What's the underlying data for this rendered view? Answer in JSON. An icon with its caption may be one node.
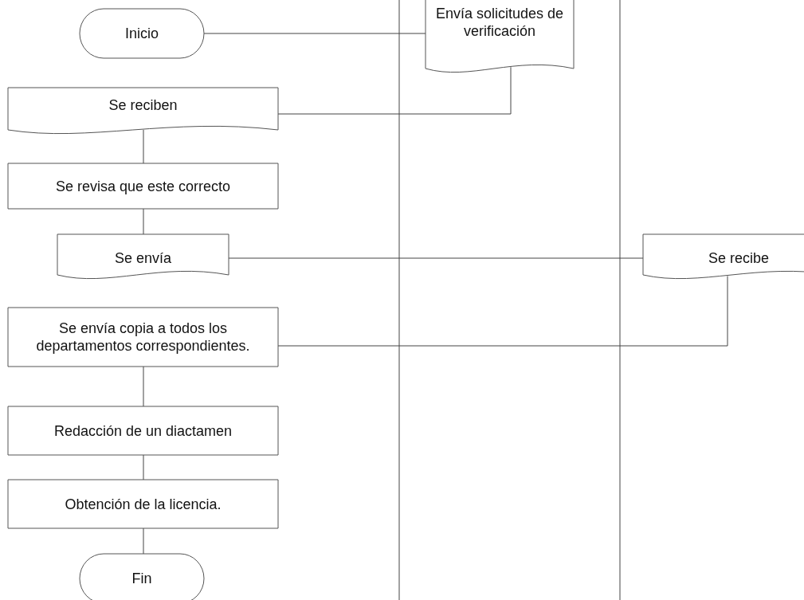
{
  "diagram": {
    "nodes": [
      {
        "text": [
          "Inicio"
        ]
      },
      {
        "text": [
          "Envía solicitudes de verificación"
        ]
      },
      {
        "text": [
          "Se reciben"
        ]
      },
      {
        "text": [
          "Se revisa que este correcto"
        ]
      },
      {
        "text": [
          "Se envía"
        ]
      },
      {
        "text": [
          "Se recibe"
        ]
      },
      {
        "text": [
          "Se envía copia a todos los departamentos correspondientes."
        ]
      },
      {
        "text": [
          "Redacción de un diactamen"
        ]
      },
      {
        "text": [
          "Obtención de la licencia."
        ]
      },
      {
        "text": [
          "Fin"
        ]
      }
    ],
    "edges": [
      {
        "from": 0,
        "to": 1,
        "arrow": "none"
      },
      {
        "from": 1,
        "to": 2,
        "arrow": "none"
      },
      {
        "from": 2,
        "to": 3,
        "arrow": "none"
      },
      {
        "from": 3,
        "to": 4,
        "arrow": "none"
      },
      {
        "from": 4,
        "to": 5,
        "arrow": "none"
      },
      {
        "from": 5,
        "to": 6,
        "arrow": "none"
      },
      {
        "from": 6,
        "to": 7,
        "arrow": "none"
      },
      {
        "from": 7,
        "to": 8,
        "arrow": "none"
      },
      {
        "from": 8,
        "to": 9,
        "arrow": "none"
      }
    ]
  }
}
